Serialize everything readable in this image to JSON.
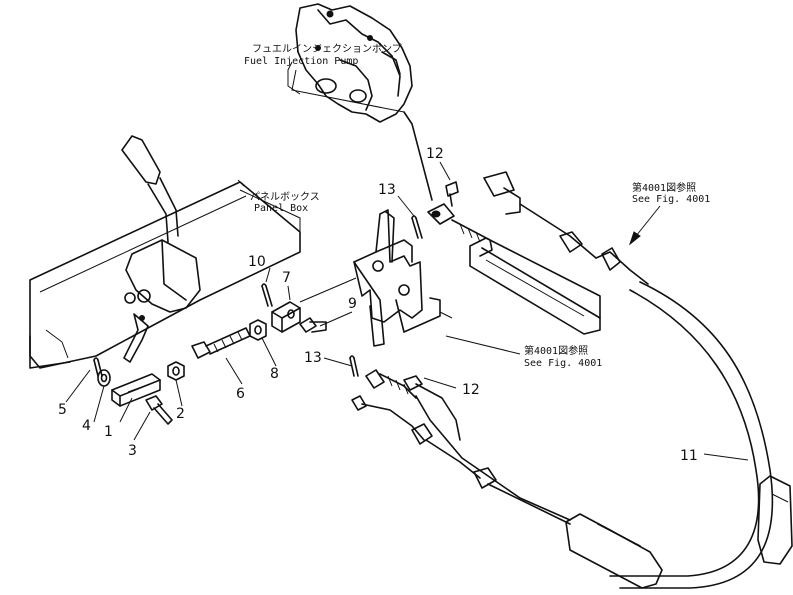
{
  "callouts": {
    "c1": "1",
    "c2": "2",
    "c3": "3",
    "c4": "4",
    "c5": "5",
    "c6": "6",
    "c7": "7",
    "c8": "8",
    "c9": "9",
    "c10": "10",
    "c11": "11",
    "c12a": "12",
    "c12b": "12",
    "c13a": "13",
    "c13b": "13"
  },
  "notes": {
    "fuel_pump_jp": "フュエルインジェクションポンプ",
    "fuel_pump_en": "Fuel Injection Pump",
    "panel_box_jp": "パネルボックス",
    "panel_box_en": "Panel Box",
    "see_fig_top_jp": "第4001図参照",
    "see_fig_top_en": "See Fig. 4001",
    "see_fig_mid_jp": "第4001図参照",
    "see_fig_mid_en": "See Fig. 4001"
  }
}
